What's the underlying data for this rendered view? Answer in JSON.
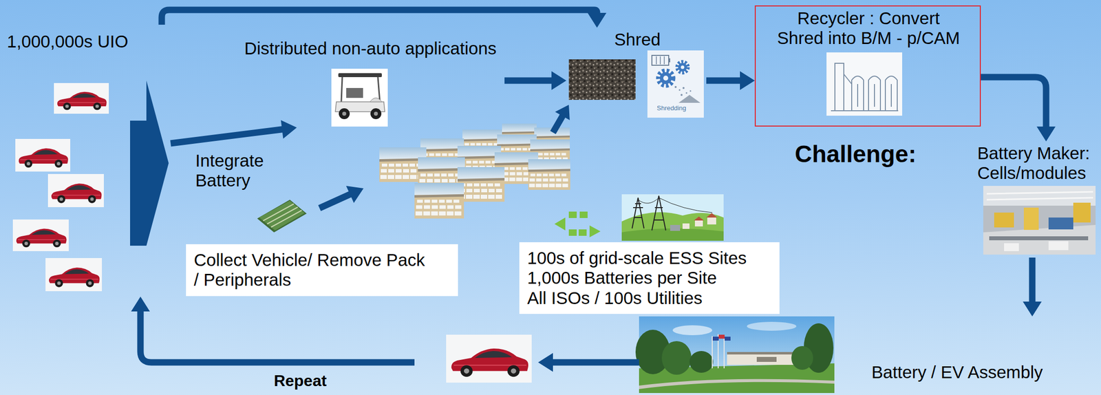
{
  "diagram": {
    "nodes": [
      {
        "text": [
          "1,000,000s UIO"
        ]
      },
      {
        "text": [
          "Distributed non-auto applications"
        ]
      },
      {
        "text": [
          "Collect Vehicle/ Remove Pack / Peripherals"
        ]
      },
      {
        "text": [
          "100s of grid-scale ESS Sites",
          "1,000s Batteries per Site",
          "All ISOs / 100s Utilities"
        ]
      },
      {
        "text": [
          "Shred"
        ]
      },
      {
        "text": [
          "Recycler : Convert Shred into B/M - p/CAM"
        ]
      },
      {
        "text": [
          "Battery Maker: Cells/modules"
        ]
      },
      {
        "text": [
          "Battery / EV Assembly"
        ]
      }
    ],
    "edges": [
      {
        "from": 0,
        "to": 4,
        "arrow": "to"
      },
      {
        "from": 0,
        "to": 1,
        "arrow": "to"
      },
      {
        "from": 1,
        "to": 4,
        "arrow": "to"
      },
      {
        "from": 4,
        "to": 5,
        "arrow": "to"
      },
      {
        "from": 5,
        "to": 6,
        "arrow": "to"
      },
      {
        "from": 6,
        "to": 7,
        "arrow": "to"
      },
      {
        "from": 7,
        "to": 0,
        "label": "Repeat",
        "arrow": "to"
      }
    ],
    "labels": [
      "Integrate Battery",
      "Shredding",
      "Challenge:"
    ]
  }
}
